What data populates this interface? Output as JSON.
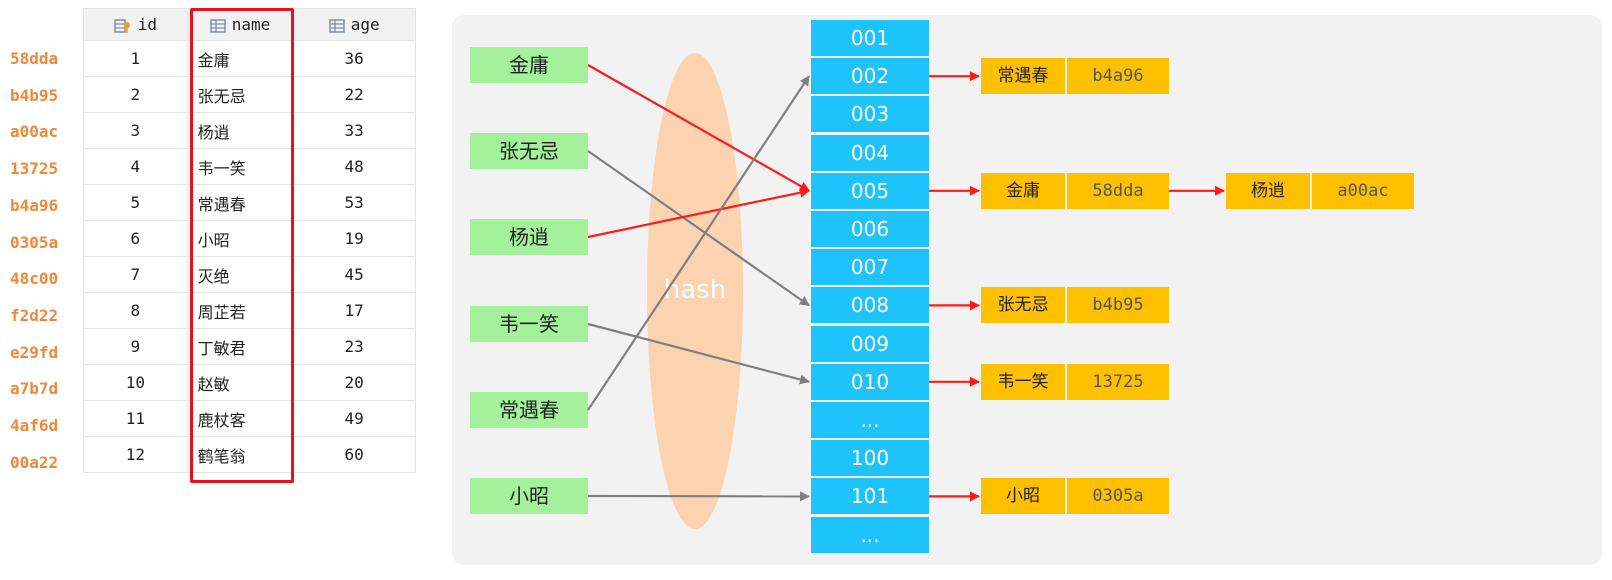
{
  "table": {
    "headers": {
      "id": "id",
      "name": "name",
      "age": "age"
    },
    "rows": [
      {
        "hash": "58dda",
        "id": "1",
        "name": "金庸",
        "age": "36"
      },
      {
        "hash": "b4b95",
        "id": "2",
        "name": "张无忌",
        "age": "22"
      },
      {
        "hash": "a00ac",
        "id": "3",
        "name": "杨逍",
        "age": "33"
      },
      {
        "hash": "13725",
        "id": "4",
        "name": "韦一笑",
        "age": "48"
      },
      {
        "hash": "b4a96",
        "id": "5",
        "name": "常遇春",
        "age": "53"
      },
      {
        "hash": "0305a",
        "id": "6",
        "name": "小昭",
        "age": "19"
      },
      {
        "hash": "48c00",
        "id": "7",
        "name": "灭绝",
        "age": "45"
      },
      {
        "hash": "f2d22",
        "id": "8",
        "name": "周芷若",
        "age": "17"
      },
      {
        "hash": "e29fd",
        "id": "9",
        "name": "丁敏君",
        "age": "23"
      },
      {
        "hash": "a7b7d",
        "id": "10",
        "name": "赵敏",
        "age": "20"
      },
      {
        "hash": "4af6d",
        "id": "11",
        "name": "鹿杖客",
        "age": "49"
      },
      {
        "hash": "00a22",
        "id": "12",
        "name": "鹤笔翁",
        "age": "60"
      }
    ]
  },
  "diagram": {
    "hash_label": "hash",
    "keys": [
      "金庸",
      "张无忌",
      "杨逍",
      "韦一笑",
      "常遇春",
      "小昭"
    ],
    "buckets": [
      "001",
      "002",
      "003",
      "004",
      "005",
      "006",
      "007",
      "008",
      "009",
      "010",
      "...",
      "100",
      "101",
      "..."
    ],
    "chains": [
      {
        "bucket": "002",
        "nodes": [
          {
            "name": "常遇春",
            "hash": "b4a96"
          }
        ]
      },
      {
        "bucket": "005",
        "nodes": [
          {
            "name": "金庸",
            "hash": "58dda"
          },
          {
            "name": "杨逍",
            "hash": "a00ac"
          }
        ]
      },
      {
        "bucket": "008",
        "nodes": [
          {
            "name": "张无忌",
            "hash": "b4b95"
          }
        ]
      },
      {
        "bucket": "010",
        "nodes": [
          {
            "name": "韦一笑",
            "hash": "13725"
          }
        ]
      },
      {
        "bucket": "101",
        "nodes": [
          {
            "name": "小昭",
            "hash": "0305a"
          }
        ]
      }
    ],
    "mappings": [
      {
        "key": "金庸",
        "bucket": "005",
        "color": "#ff1a1a"
      },
      {
        "key": "张无忌",
        "bucket": "008",
        "color": "#7f7f7f"
      },
      {
        "key": "杨逍",
        "bucket": "005",
        "color": "#ff1a1a"
      },
      {
        "key": "韦一笑",
        "bucket": "010",
        "color": "#7f7f7f"
      },
      {
        "key": "常遇春",
        "bucket": "002",
        "color": "#7f7f7f"
      },
      {
        "key": "小昭",
        "bucket": "101",
        "color": "#7f7f7f"
      }
    ],
    "colors": {
      "key_box": "#a3f29b",
      "bucket_box": "#1ec3fb",
      "node_box": "#ffc000",
      "hash_oval": "#fbd3b0",
      "highlight_frame": "#e8101a",
      "hash_label_text": "#f0883a"
    }
  }
}
